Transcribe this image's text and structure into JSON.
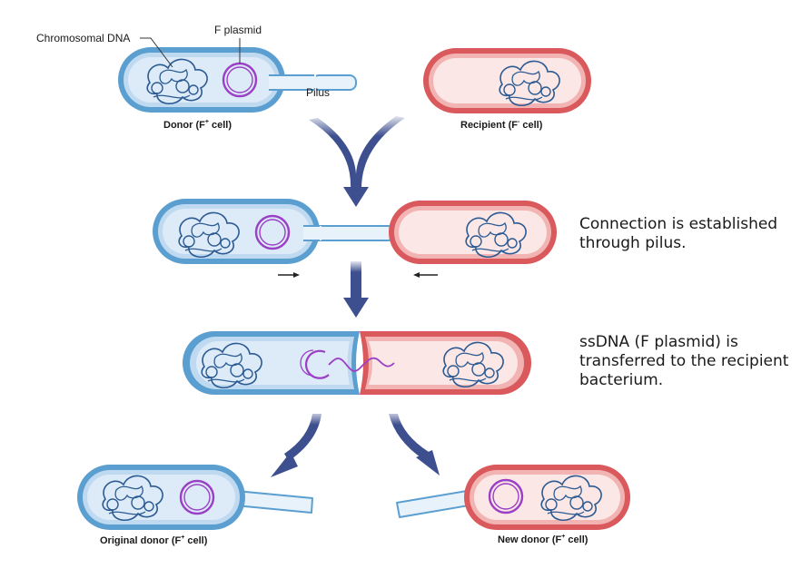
{
  "labels": {
    "chromosomal_dna": "Chromosomal DNA",
    "f_plasmid": "F plasmid",
    "pilus": "Pilus"
  },
  "captions": {
    "donor": {
      "before": "Donor (F",
      "sup": "+",
      "after": " cell)"
    },
    "recipient": {
      "before": "Recipient (F",
      "sup": "-",
      "after": " cell)"
    },
    "original_donor": {
      "before": "Original donor (F",
      "sup": "+",
      "after": " cell)"
    },
    "new_donor": {
      "before": "New donor (F",
      "sup": "+",
      "after": " cell)"
    }
  },
  "steps": [
    {
      "text": "Connection is established through pilus."
    },
    {
      "text": "ssDNA (F plasmid) is transferred to the recipient bacterium."
    }
  ],
  "colors": {
    "donor_outer": "#5b9fd1",
    "donor_fill": "#dcebf7",
    "recipient_outer": "#d9595c",
    "recipient_fill": "#fbe7e6",
    "plasmid": "#9b3fc7",
    "dna": "#2c5a92",
    "arrow": "#3d4f8f"
  }
}
